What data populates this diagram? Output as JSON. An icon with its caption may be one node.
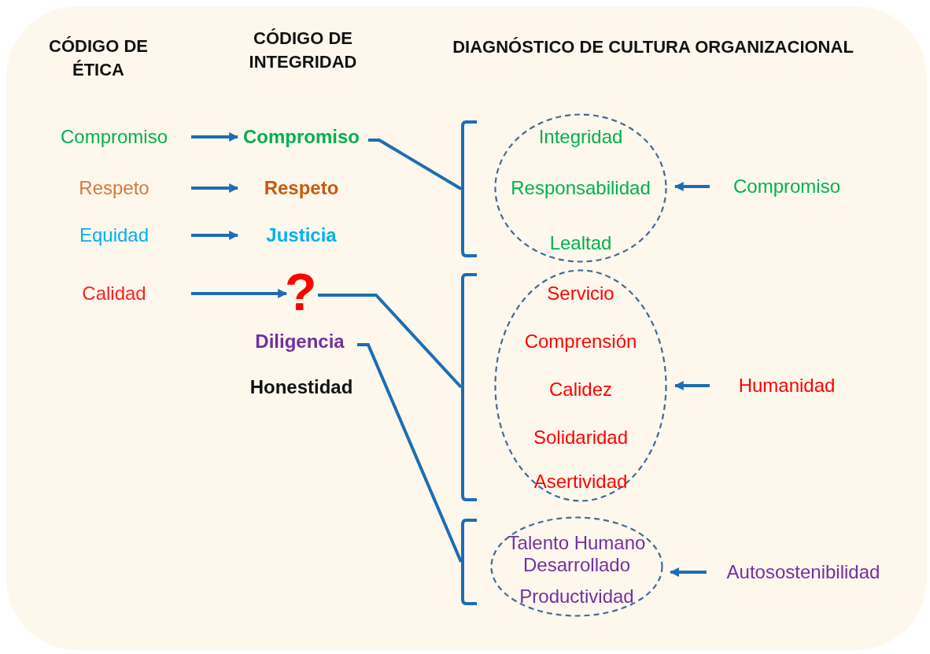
{
  "diagram": {
    "title": "DIAGNÓSTICO DE CULTURA ORGANIZACIONAL",
    "nodes": [
      {
        "text": [
          "Compromiso"
        ]
      },
      {
        "text": [
          "Respeto"
        ]
      },
      {
        "text": [
          "Equidad"
        ]
      },
      {
        "text": [
          "Calidad"
        ]
      },
      {
        "text": [
          "Compromiso"
        ]
      },
      {
        "text": [
          "Respeto"
        ]
      },
      {
        "text": [
          "Justicia"
        ]
      },
      {
        "text": [
          "?"
        ]
      },
      {
        "text": [
          "Diligencia"
        ]
      },
      {
        "text": [],
        "shape": "bracket"
      },
      {
        "text": [],
        "shape": "bracket"
      },
      {
        "text": [],
        "shape": "bracket"
      },
      {
        "text": [
          "Integridad",
          "Responsabilidad",
          "Lealtad"
        ]
      },
      {
        "text": [
          "Servicio",
          "Comprensión",
          "Calidez",
          "Solidaridad",
          "Asertividad"
        ]
      },
      {
        "text": [
          "Talento Humano Desarrollado",
          "Productividad"
        ]
      },
      {
        "text": [
          "Compromiso"
        ]
      },
      {
        "text": [
          "Humanidad"
        ]
      },
      {
        "text": [
          "Autosostenibilidad"
        ]
      }
    ],
    "edges": [
      {
        "from": 0,
        "to": 4,
        "arrow": "to"
      },
      {
        "from": 1,
        "to": 5,
        "arrow": "to"
      },
      {
        "from": 2,
        "to": 6,
        "arrow": "to"
      },
      {
        "from": 3,
        "to": 7,
        "arrow": "to"
      },
      {
        "from": 4,
        "to": 9,
        "arrow": "none"
      },
      {
        "from": 7,
        "to": 10,
        "arrow": "none"
      },
      {
        "from": 8,
        "to": 11,
        "arrow": "none"
      },
      {
        "from": 15,
        "to": 12,
        "arrow": "to"
      },
      {
        "from": 16,
        "to": 13,
        "arrow": "to"
      },
      {
        "from": 17,
        "to": 14,
        "arrow": "to"
      }
    ],
    "labels": [
      "CÓDIGO DE ÉTICA",
      "CÓDIGO DE INTEGRIDAD",
      "Honestidad"
    ]
  }
}
